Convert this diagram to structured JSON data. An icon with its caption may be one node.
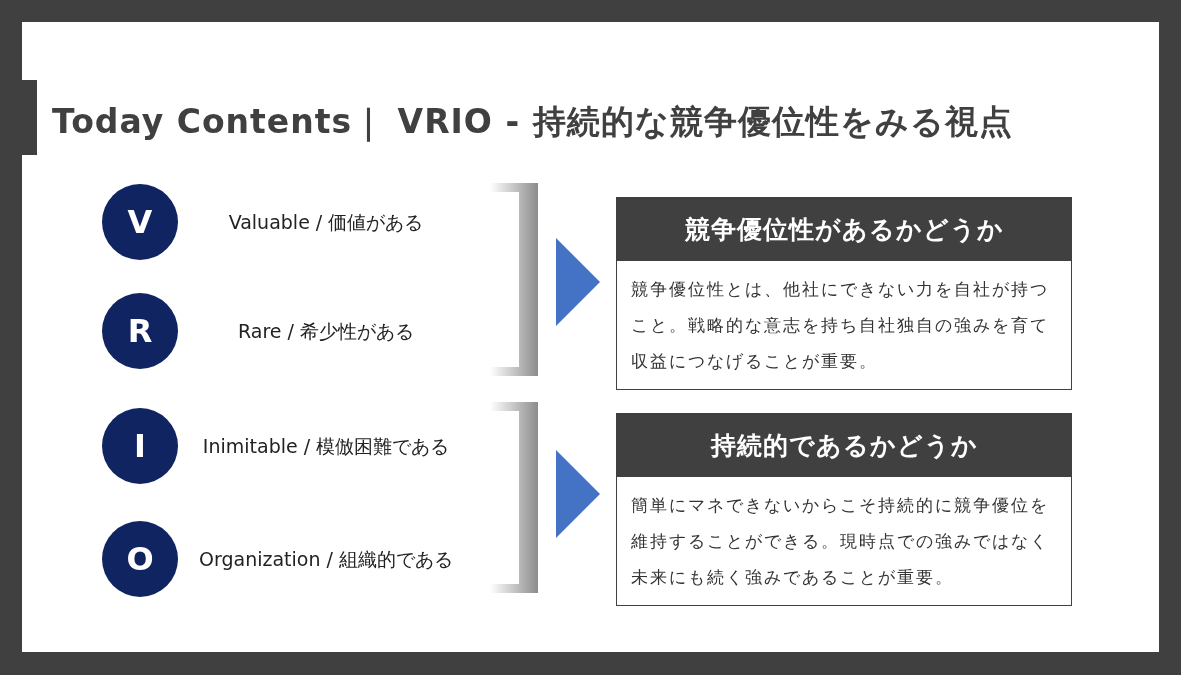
{
  "diagram": {
    "title": "Today Contents｜ VRIO - 持続的な競争優位性をみる視点",
    "nodes": [
      {
        "text": [
          "V"
        ],
        "beside": [
          "Valuable / 価値がある"
        ]
      },
      {
        "text": [
          "R"
        ],
        "beside": [
          "Rare / 希少性がある"
        ]
      },
      {
        "text": [
          "I"
        ],
        "beside": [
          "Inimitable / 模倣困難である"
        ]
      },
      {
        "text": [
          "O"
        ],
        "beside": [
          "Organization / 組織的である"
        ]
      },
      {
        "text": [
          "競争優位性があるかどうか",
          "競争優位性とは、他社にできない力を自社が持つこと。戦略的な意志を持ち自社独自の強みを育て収益につなげることが重要。"
        ]
      },
      {
        "text": [
          "持続的であるかどうか",
          "簡単にマネできないからこそ持続的に競争優位を維持することができる。現時点での強みではなく未来にも続く強みであることが重要。"
        ]
      }
    ],
    "edges": [
      {
        "from": null,
        "to": 4,
        "arrow": "to"
      },
      {
        "from": null,
        "to": 5,
        "arrow": "to"
      }
    ]
  }
}
